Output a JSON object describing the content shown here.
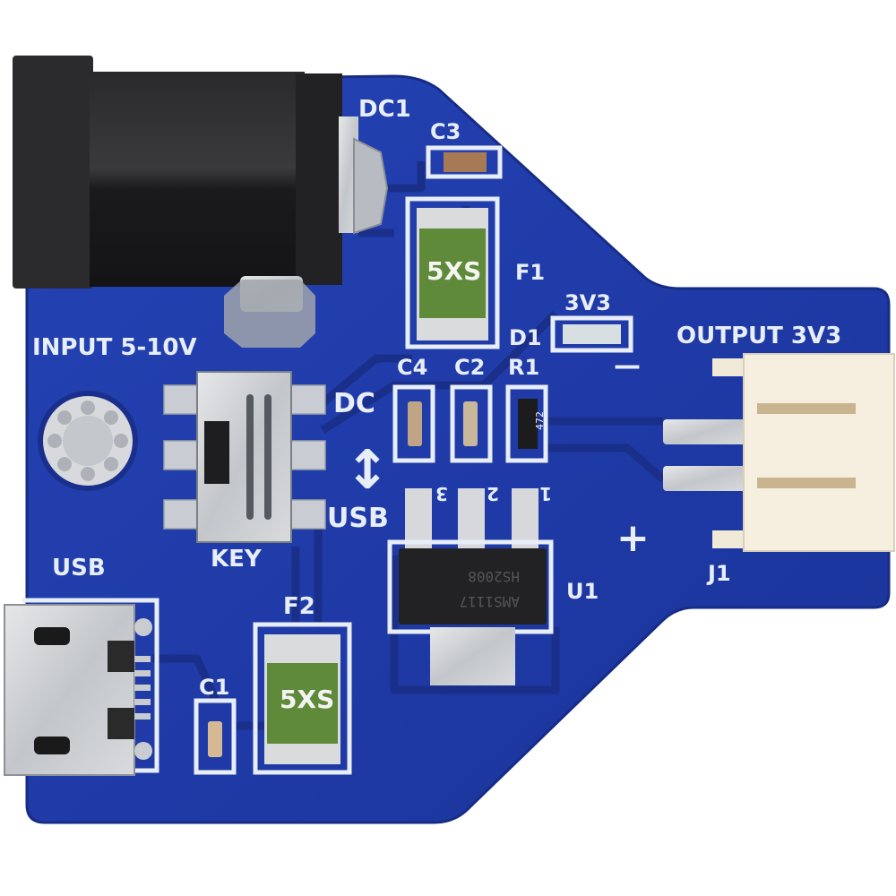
{
  "image": {
    "subject": "Blue PCB power supply module with DC jack, micro-USB input, slide switch, AMS1117 3.3V regulator and JST output connector",
    "background_color": "#ffffff",
    "board_color": "#1e3aa8",
    "silkscreen_color": "#e8eef8"
  },
  "silkscreen": {
    "dc_jack": "DC1",
    "input_label": "INPUT 5-10V",
    "cap_c3": "C3",
    "fuse_f1": "F1",
    "diode_d1": "D1",
    "led_label": "3V3",
    "cap_c4": "C4",
    "cap_c2": "C2",
    "res_r1": "R1",
    "switch_dc": "DC",
    "switch_arrow": "↕",
    "switch_usb": "USB",
    "switch_label": "KEY",
    "usb_label": "USB",
    "cap_c1": "C1",
    "fuse_f2": "F2",
    "regulator_u1": "U1",
    "pin_1": "1",
    "pin_2": "2",
    "pin_3": "3",
    "output_label": "OUTPUT 3V3",
    "minus_sign": "—",
    "plus_sign": "+",
    "connector_j1": "J1"
  },
  "component_markings": {
    "fuse_f1": "5XS",
    "fuse_f2": "5XS",
    "resistor_r1": "472",
    "regulator_line1": "HS2008",
    "regulator_line2": "AMS1117"
  }
}
